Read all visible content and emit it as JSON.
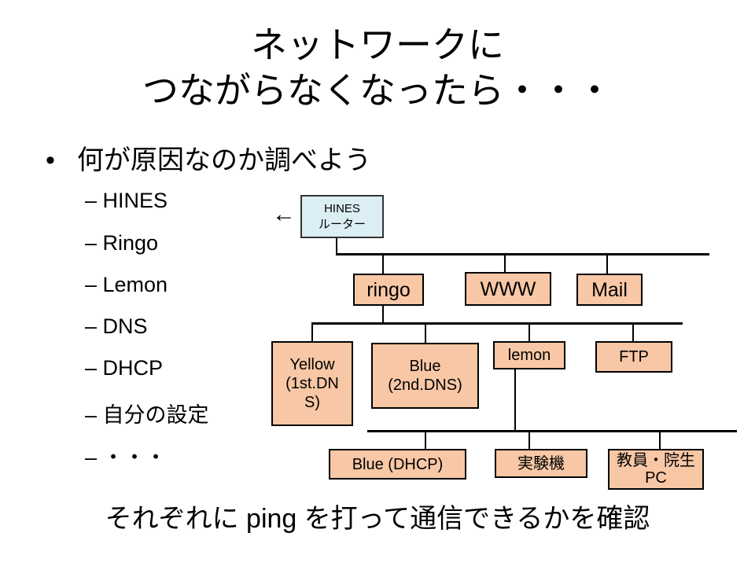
{
  "title": {
    "line1": "ネットワークに",
    "line2": "つながらなくなったら・・・"
  },
  "bullet": {
    "symbol": "•",
    "text": "何が原因なのか調べよう"
  },
  "sub_items": [
    "– HINES",
    "– Ringo",
    "– Lemon",
    "– DNS",
    "– DHCP",
    "– 自分の設定",
    "– ・・・"
  ],
  "arrow": "←",
  "nodes": {
    "router": {
      "line1": "HINES",
      "line2": "ルーター"
    },
    "ringo": "ringo",
    "www": "WWW",
    "mail": "Mail",
    "yellow": "Yellow\n(1st.DN\nS)",
    "blue": "Blue\n(2nd.DNS)",
    "lemon": "lemon",
    "ftp": "FTP",
    "blue_dhcp": "Blue (DHCP)",
    "jikkenki": "実験機",
    "kyoin": "教員・院生\nPC"
  },
  "bottom_text": "それぞれに ping を打って通信できるかを確認",
  "colors": {
    "node_fill": "#f8c7a5",
    "router_fill": "#dbeef4"
  }
}
